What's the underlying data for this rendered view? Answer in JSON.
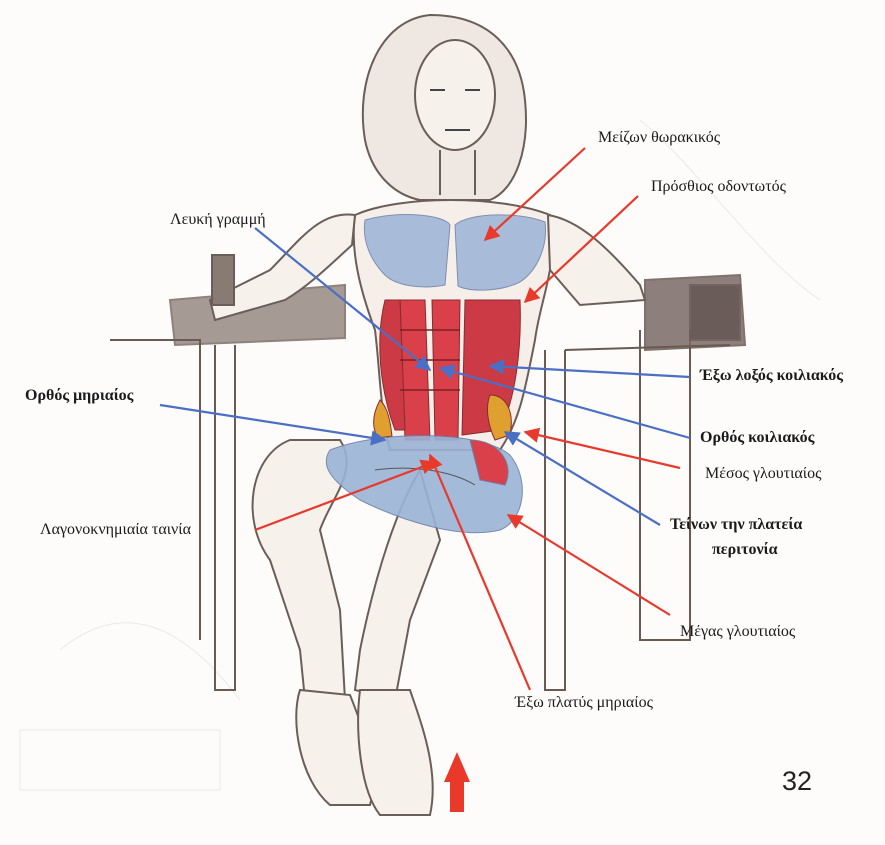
{
  "labels": {
    "pectoralis_major": "Μείζων θωρακικός",
    "serratus_anterior": "Πρόσθιος οδοντωτός",
    "linea_alba": "Λευκή γραμμή",
    "external_oblique": "Έξω λοξός κοιλιακός",
    "rectus_femoris": "Ορθός μηριαίος",
    "rectus_abdominis": "Ορθός κοιλιακός",
    "gluteus_medius": "Μέσος γλουτιαίος",
    "iliotibial_band": "Λαγονοκνημιαία ταινία",
    "tfl_line1": "Τείνων την πλατεία",
    "tfl_line2": "περιτονία",
    "gluteus_maximus": "Μέγας γλουτιαίος",
    "vastus_lateralis": "Έξω πλατύς μηριαίος"
  },
  "page_number": "32",
  "colors": {
    "red_arrow": "#e8392b",
    "blue_arrow": "#4a6fc4",
    "muscle_red": "#d9404a",
    "muscle_blue": "#9bb3d6"
  },
  "icons": [
    "up-arrow-icon"
  ]
}
